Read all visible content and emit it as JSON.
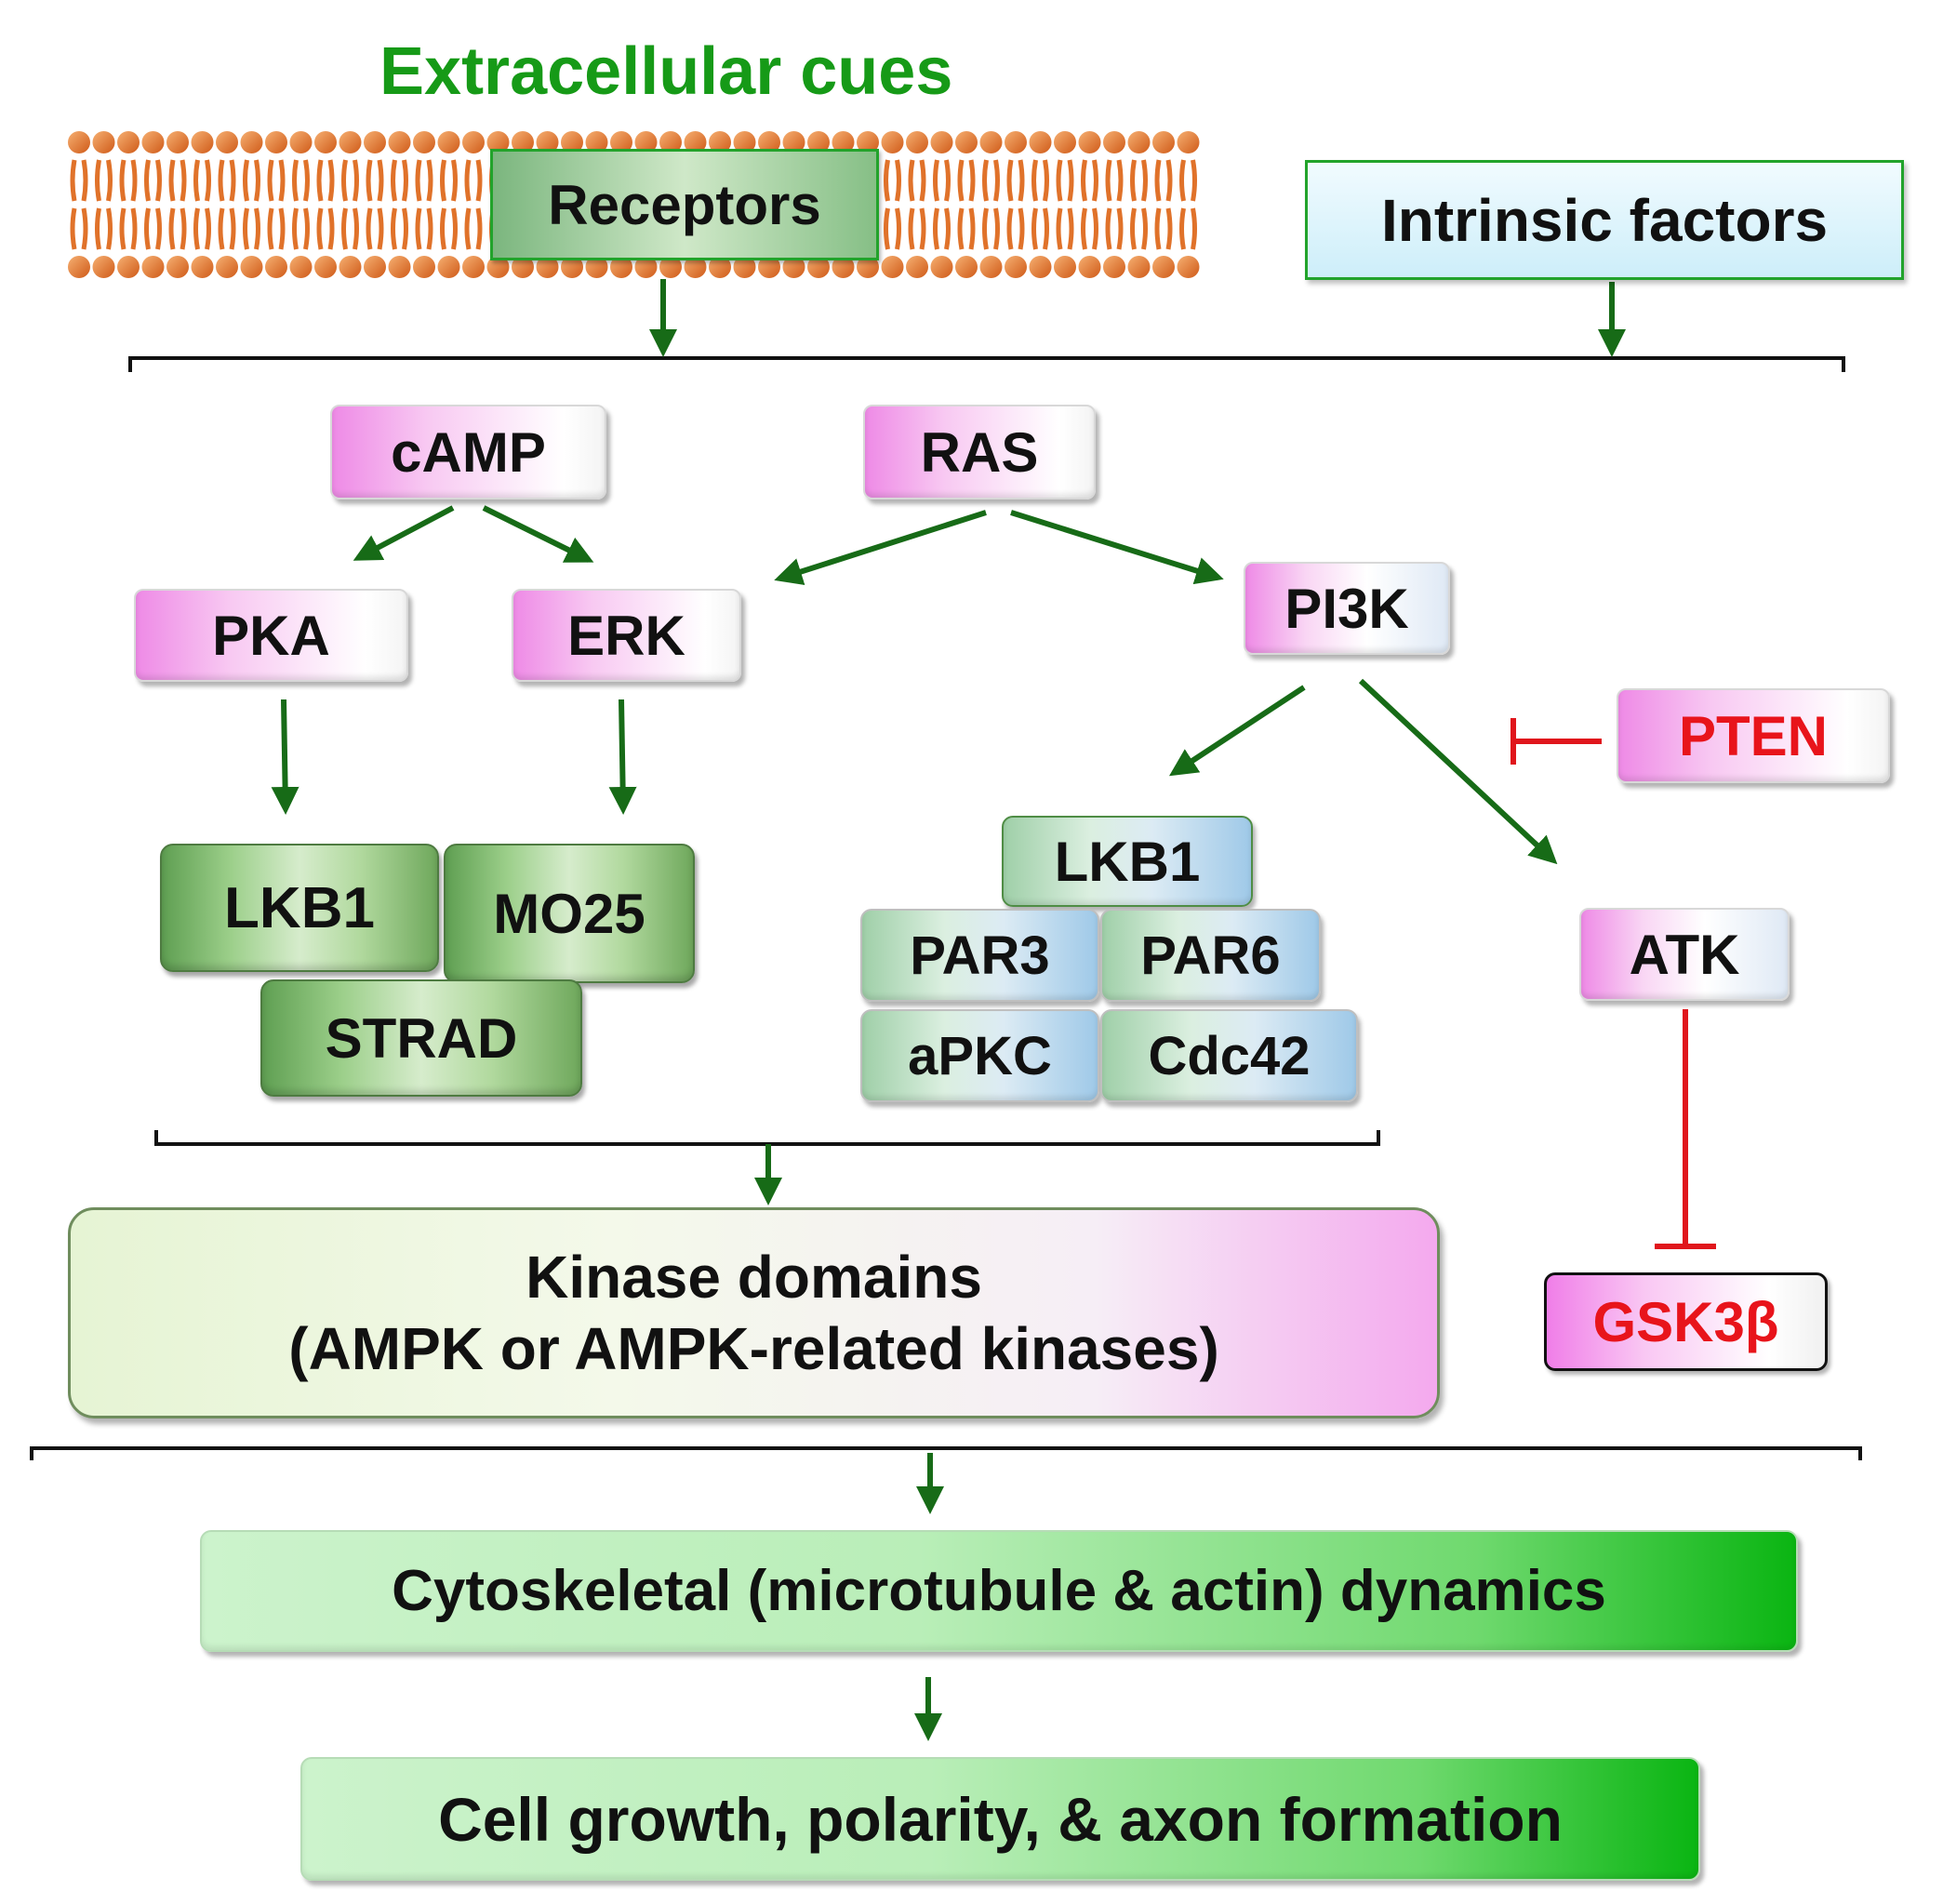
{
  "header": {
    "extracellular": "Extracellular cues",
    "receptors": "Receptors",
    "intrinsic": "Intrinsic factors"
  },
  "signals": {
    "camp": "cAMP",
    "ras": "RAS",
    "pka": "PKA",
    "erk": "ERK",
    "pi3k": "PI3K",
    "pten": "PTEN",
    "atk": "ATK",
    "gsk3b": "GSK3β"
  },
  "complex_left": {
    "lkb1": "LKB1",
    "mo25": "MO25",
    "strad": "STRAD"
  },
  "complex_right": {
    "lkb1": "LKB1",
    "par3": "PAR3",
    "par6": "PAR6",
    "apkc": "aPKC",
    "cdc42": "Cdc42"
  },
  "kinase": {
    "line1": "Kinase domains",
    "line2": "(AMPK or AMPK-related kinases)"
  },
  "outputs": {
    "cytoskeletal": "Cytoskeletal (microtubule & actin) dynamics",
    "cell_growth": "Cell growth, polarity, & axon formation"
  },
  "colors": {
    "arrow_green": "#176b17",
    "inhibit_red": "#e0161c",
    "title_green": "#169a17",
    "membrane_orange": "#e0722a"
  }
}
